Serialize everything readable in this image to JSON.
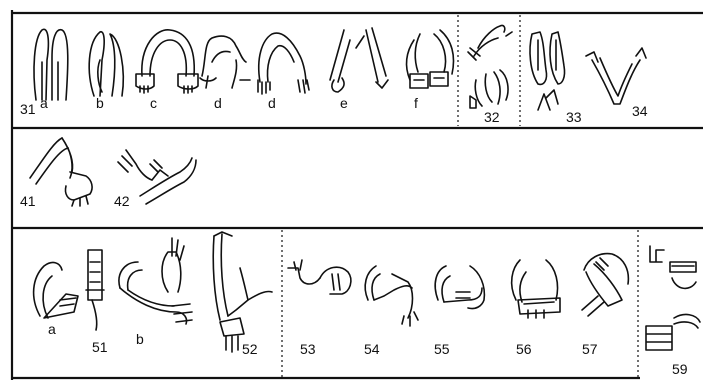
{
  "rows": [
    {
      "labels": [
        {
          "id": "r1-31",
          "text": "31"
        },
        {
          "id": "r1-a",
          "text": "a"
        },
        {
          "id": "r1-b",
          "text": "b"
        },
        {
          "id": "r1-c",
          "text": "c"
        },
        {
          "id": "r1-d1",
          "text": "d"
        },
        {
          "id": "r1-d2",
          "text": "d"
        },
        {
          "id": "r1-e",
          "text": "e"
        },
        {
          "id": "r1-f",
          "text": "f"
        },
        {
          "id": "r1-32",
          "text": "32"
        },
        {
          "id": "r1-33",
          "text": "33"
        },
        {
          "id": "r1-34",
          "text": "34"
        }
      ]
    },
    {
      "labels": [
        {
          "id": "r2-41",
          "text": "41"
        },
        {
          "id": "r2-42",
          "text": "42"
        }
      ]
    },
    {
      "labels": [
        {
          "id": "r3-a",
          "text": "a"
        },
        {
          "id": "r3-51",
          "text": "51"
        },
        {
          "id": "r3-b",
          "text": "b"
        },
        {
          "id": "r3-52",
          "text": "52"
        },
        {
          "id": "r3-53",
          "text": "53"
        },
        {
          "id": "r3-54",
          "text": "54"
        },
        {
          "id": "r3-55",
          "text": "55"
        },
        {
          "id": "r3-56",
          "text": "56"
        },
        {
          "id": "r3-57",
          "text": "57"
        },
        {
          "id": "r3-59",
          "text": "59"
        }
      ]
    }
  ]
}
